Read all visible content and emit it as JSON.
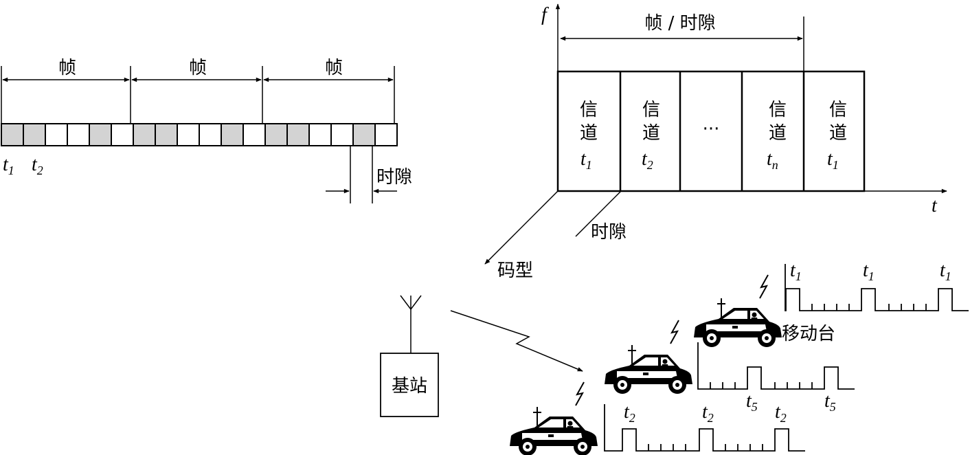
{
  "tdma_frames": {
    "frame_labels": [
      "帧",
      "帧",
      "帧"
    ],
    "slot_pattern": [
      1,
      1,
      0,
      0,
      1,
      0,
      1,
      1,
      0,
      0,
      1,
      0,
      1,
      1,
      0,
      0,
      1,
      0
    ],
    "fill_shaded": "#d3d3d3",
    "slot_label_1": {
      "base": "t",
      "sub": "1"
    },
    "slot_label_2": {
      "base": "t",
      "sub": "2"
    },
    "timeslot_label": "时隙"
  },
  "cube": {
    "axis_f": "f",
    "axis_t": "t",
    "top_label": "帧 / 时隙",
    "axis_timeslot": "时隙",
    "axis_code": "码型",
    "channels": [
      {
        "line1": "信",
        "line2": "道",
        "base": "t",
        "sub": "1"
      },
      {
        "line1": "信",
        "line2": "道",
        "base": "t",
        "sub": "2"
      },
      {
        "ellipsis": "···"
      },
      {
        "line1": "信",
        "line2": "道",
        "base": "t",
        "sub": "n"
      },
      {
        "line1": "信",
        "line2": "道",
        "base": "t",
        "sub": "1"
      }
    ]
  },
  "network": {
    "base_station": "基站",
    "mobile_label": "移动台",
    "row1": {
      "base": "t",
      "sub": "1"
    },
    "row2": {
      "base": "t",
      "sub": "5"
    },
    "row3": {
      "base": "t",
      "sub": "2"
    }
  }
}
